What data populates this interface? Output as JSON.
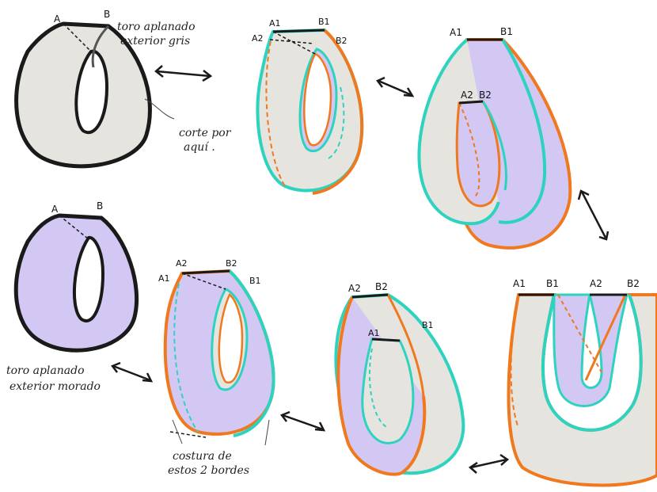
{
  "colors": {
    "gray_fill": "#e6e4df",
    "purple_fill": "#d3c8f3",
    "teal": "#2ed3c0",
    "orange": "#f0781e",
    "ink": "#1a1a1a"
  },
  "notes": {
    "top_left_line1": "toro aplanado",
    "top_left_line2": "exterior gris",
    "cut_line1": "corte por",
    "cut_line2": "aquí .",
    "bottom_left_line1": "toro aplanado",
    "bottom_left_line2": "exterior morado",
    "seam_line1": "costura de",
    "seam_line2": "estos 2 bordes"
  },
  "labels": {
    "fig1": {
      "a": "A",
      "b": "B"
    },
    "fig2": {
      "a1": "A1",
      "b1": "B1",
      "a2": "A2",
      "b2": "B2"
    },
    "fig3": {
      "a1": "A1",
      "b1": "B1",
      "a2": "A2",
      "b2": "B2"
    },
    "fig4": {
      "a": "A",
      "b": "B"
    },
    "fig5": {
      "a2": "A2",
      "b2": "B2",
      "a1": "A1",
      "b1": "B1"
    },
    "fig6": {
      "a2": "A2",
      "b2": "B2",
      "a1": "A1",
      "b1": "B1"
    },
    "fig7": {
      "a1": "A1",
      "b1": "B1",
      "a2": "A2",
      "b2": "B2"
    }
  }
}
